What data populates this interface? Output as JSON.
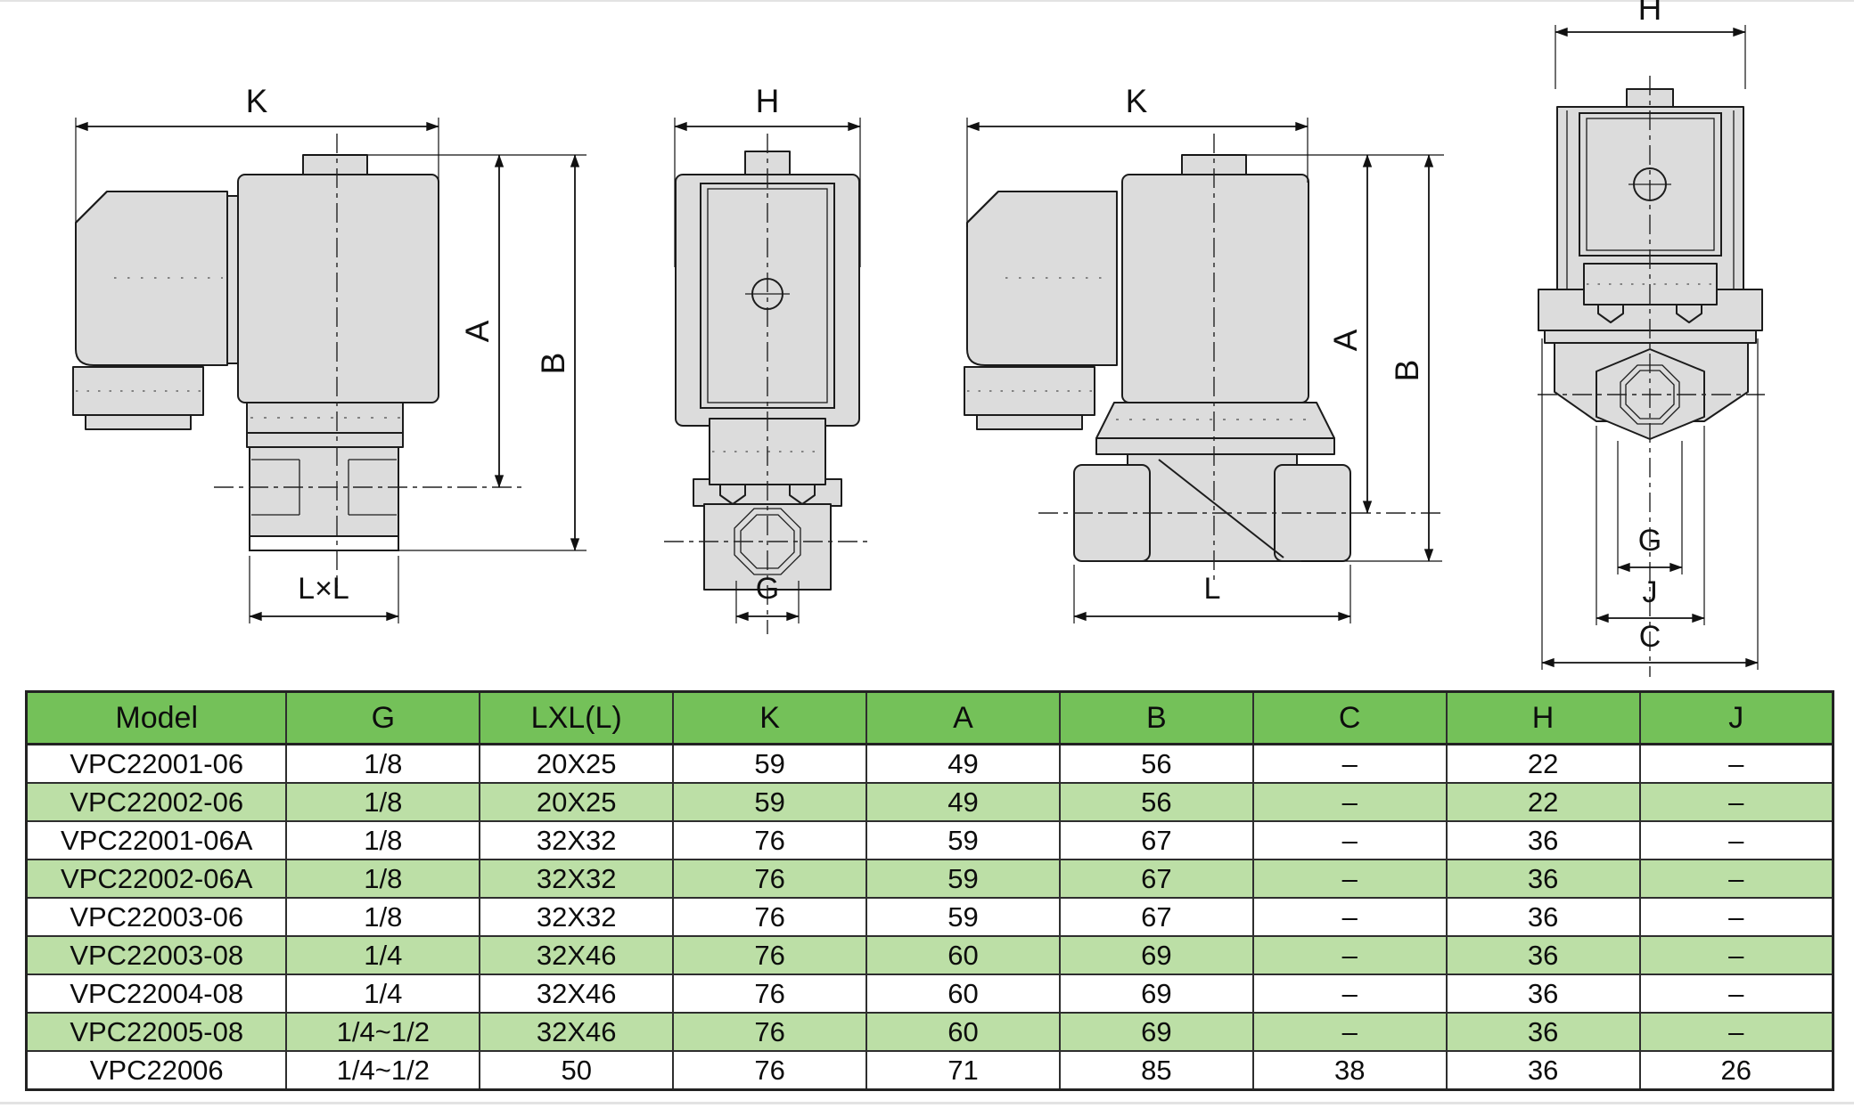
{
  "colors": {
    "header_green": "#74c159",
    "row_green": "#bcdfa6",
    "row_white": "#ffffff",
    "border_dark": "#2e2e2e",
    "drawing_fill_gray": "#dcdcdc",
    "drawing_line": "#1c1c1c"
  },
  "drawings": {
    "view1": {
      "dim_width": "K",
      "dim_height_a": "A",
      "dim_height_b": "B",
      "dim_bottom": "L×L"
    },
    "view2": {
      "dim_width": "H",
      "dim_bottom": "G"
    },
    "view3": {
      "dim_width": "K",
      "dim_height_a": "A",
      "dim_height_b": "B",
      "dim_bottom": "L"
    },
    "view4": {
      "dim_width": "H",
      "dim_g": "G",
      "dim_j": "J",
      "dim_c": "C"
    }
  },
  "table": {
    "headers": [
      "Model",
      "G",
      "LXL(L)",
      "K",
      "A",
      "B",
      "C",
      "H",
      "J"
    ],
    "rows": [
      [
        "VPC22001-06",
        "1/8",
        "20X25",
        "59",
        "49",
        "56",
        "–",
        "22",
        "–"
      ],
      [
        "VPC22002-06",
        "1/8",
        "20X25",
        "59",
        "49",
        "56",
        "–",
        "22",
        "–"
      ],
      [
        "VPC22001-06A",
        "1/8",
        "32X32",
        "76",
        "59",
        "67",
        "–",
        "36",
        "–"
      ],
      [
        "VPC22002-06A",
        "1/8",
        "32X32",
        "76",
        "59",
        "67",
        "–",
        "36",
        "–"
      ],
      [
        "VPC22003-06",
        "1/8",
        "32X32",
        "76",
        "59",
        "67",
        "–",
        "36",
        "–"
      ],
      [
        "VPC22003-08",
        "1/4",
        "32X46",
        "76",
        "60",
        "69",
        "–",
        "36",
        "–"
      ],
      [
        "VPC22004-08",
        "1/4",
        "32X46",
        "76",
        "60",
        "69",
        "–",
        "36",
        "–"
      ],
      [
        "VPC22005-08",
        "1/4~1/2",
        "32X46",
        "76",
        "60",
        "69",
        "–",
        "36",
        "–"
      ],
      [
        "VPC22006",
        "1/4~1/2",
        "50",
        "76",
        "71",
        "85",
        "38",
        "36",
        "26"
      ]
    ]
  }
}
